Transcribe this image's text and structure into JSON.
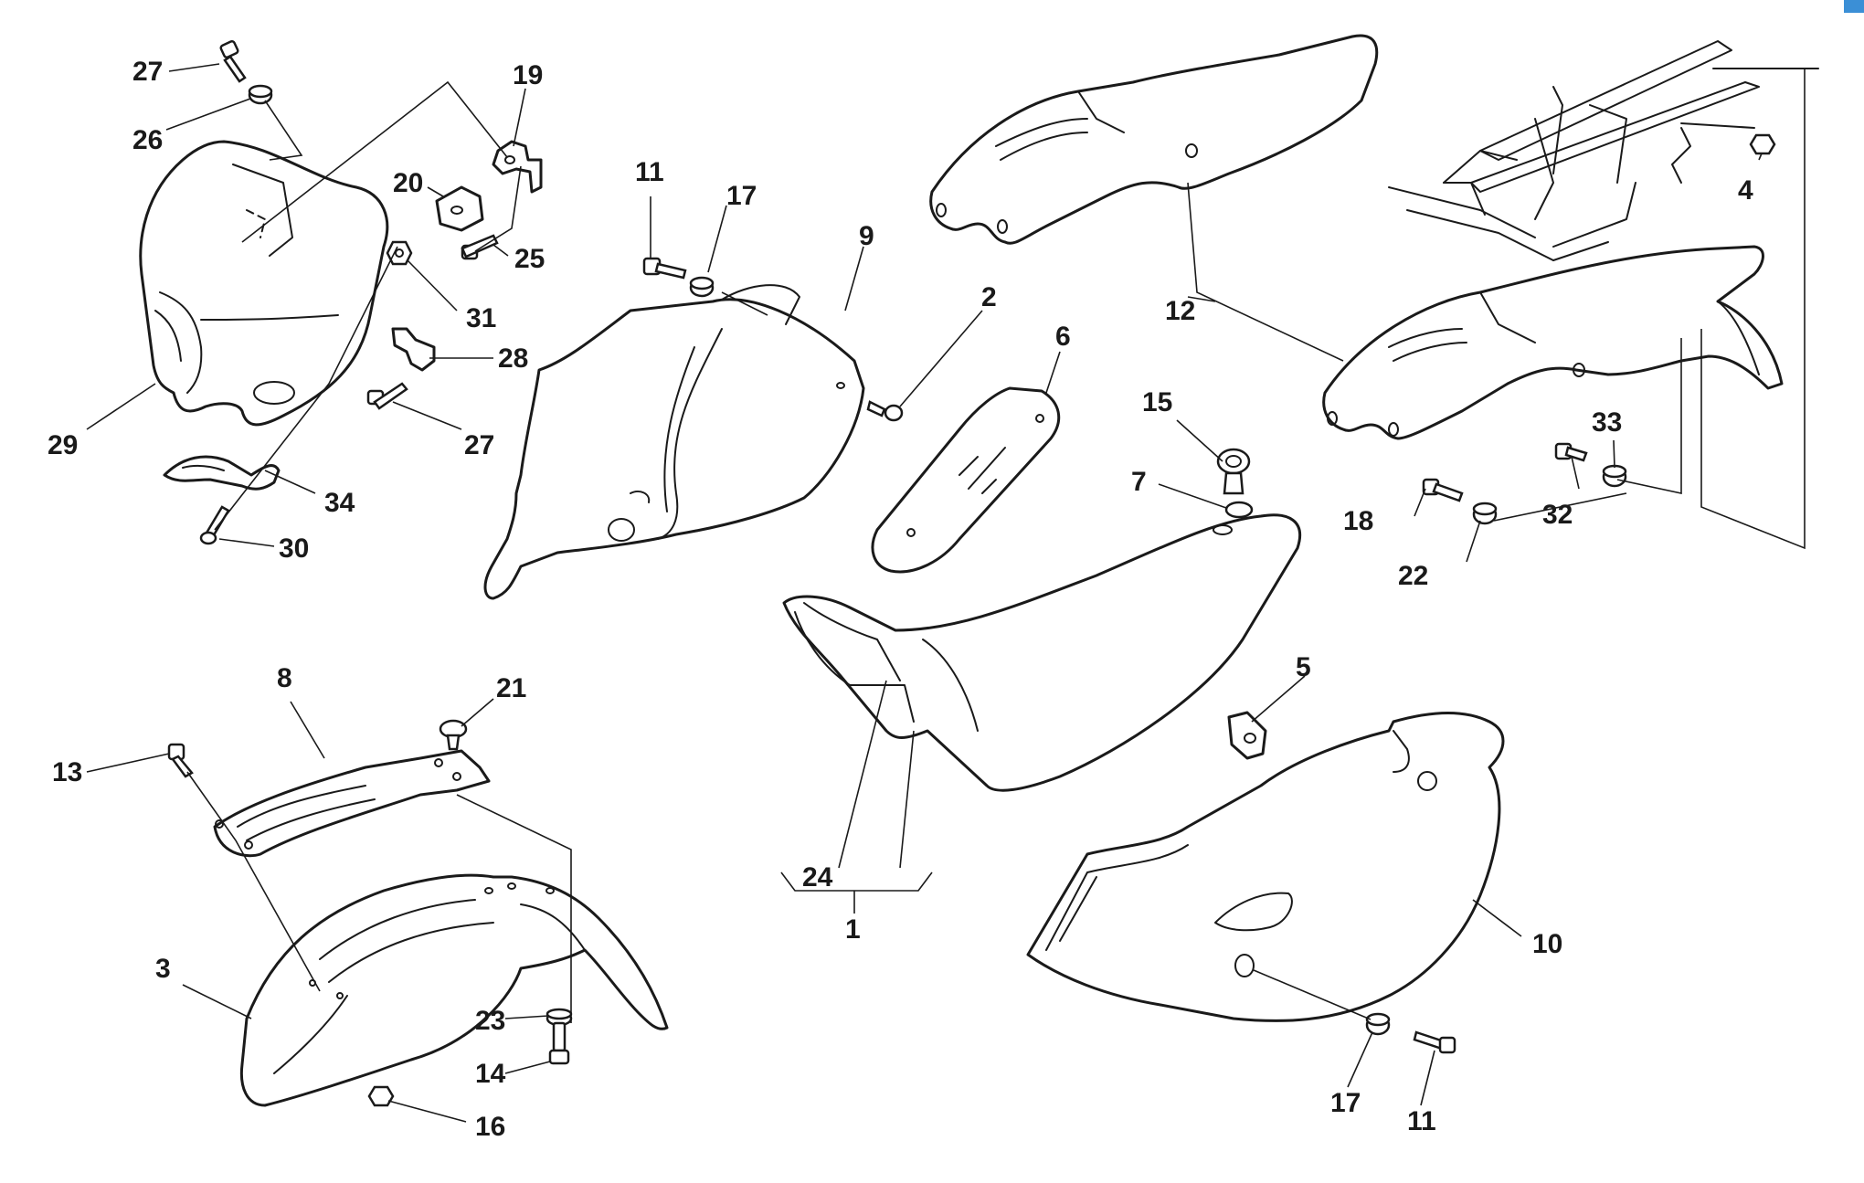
{
  "diagram": {
    "accent_color": "#3b8fd6",
    "callouts": [
      {
        "id": "c27a",
        "label": "27"
      },
      {
        "id": "c26",
        "label": "26"
      },
      {
        "id": "c19",
        "label": "19"
      },
      {
        "id": "c20",
        "label": "20"
      },
      {
        "id": "c25",
        "label": "25"
      },
      {
        "id": "c31",
        "label": "31"
      },
      {
        "id": "c28",
        "label": "28"
      },
      {
        "id": "c27b",
        "label": "27"
      },
      {
        "id": "c29",
        "label": "29"
      },
      {
        "id": "c34",
        "label": "34"
      },
      {
        "id": "c30",
        "label": "30"
      },
      {
        "id": "c11a",
        "label": "11"
      },
      {
        "id": "c17a",
        "label": "17"
      },
      {
        "id": "c9",
        "label": "9"
      },
      {
        "id": "c2",
        "label": "2"
      },
      {
        "id": "c6",
        "label": "6"
      },
      {
        "id": "c12",
        "label": "12"
      },
      {
        "id": "c4",
        "label": "4"
      },
      {
        "id": "c15",
        "label": "15"
      },
      {
        "id": "c7",
        "label": "7"
      },
      {
        "id": "c33",
        "label": "33"
      },
      {
        "id": "c18",
        "label": "18"
      },
      {
        "id": "c32",
        "label": "32"
      },
      {
        "id": "c22",
        "label": "22"
      },
      {
        "id": "c5",
        "label": "5"
      },
      {
        "id": "c8",
        "label": "8"
      },
      {
        "id": "c21",
        "label": "21"
      },
      {
        "id": "c13",
        "label": "13"
      },
      {
        "id": "c24",
        "label": "24"
      },
      {
        "id": "c1",
        "label": "1"
      },
      {
        "id": "c3",
        "label": "3"
      },
      {
        "id": "c23",
        "label": "23"
      },
      {
        "id": "c14",
        "label": "14"
      },
      {
        "id": "c16",
        "label": "16"
      },
      {
        "id": "c10",
        "label": "10"
      },
      {
        "id": "c17b",
        "label": "17"
      },
      {
        "id": "c11b",
        "label": "11"
      }
    ]
  }
}
